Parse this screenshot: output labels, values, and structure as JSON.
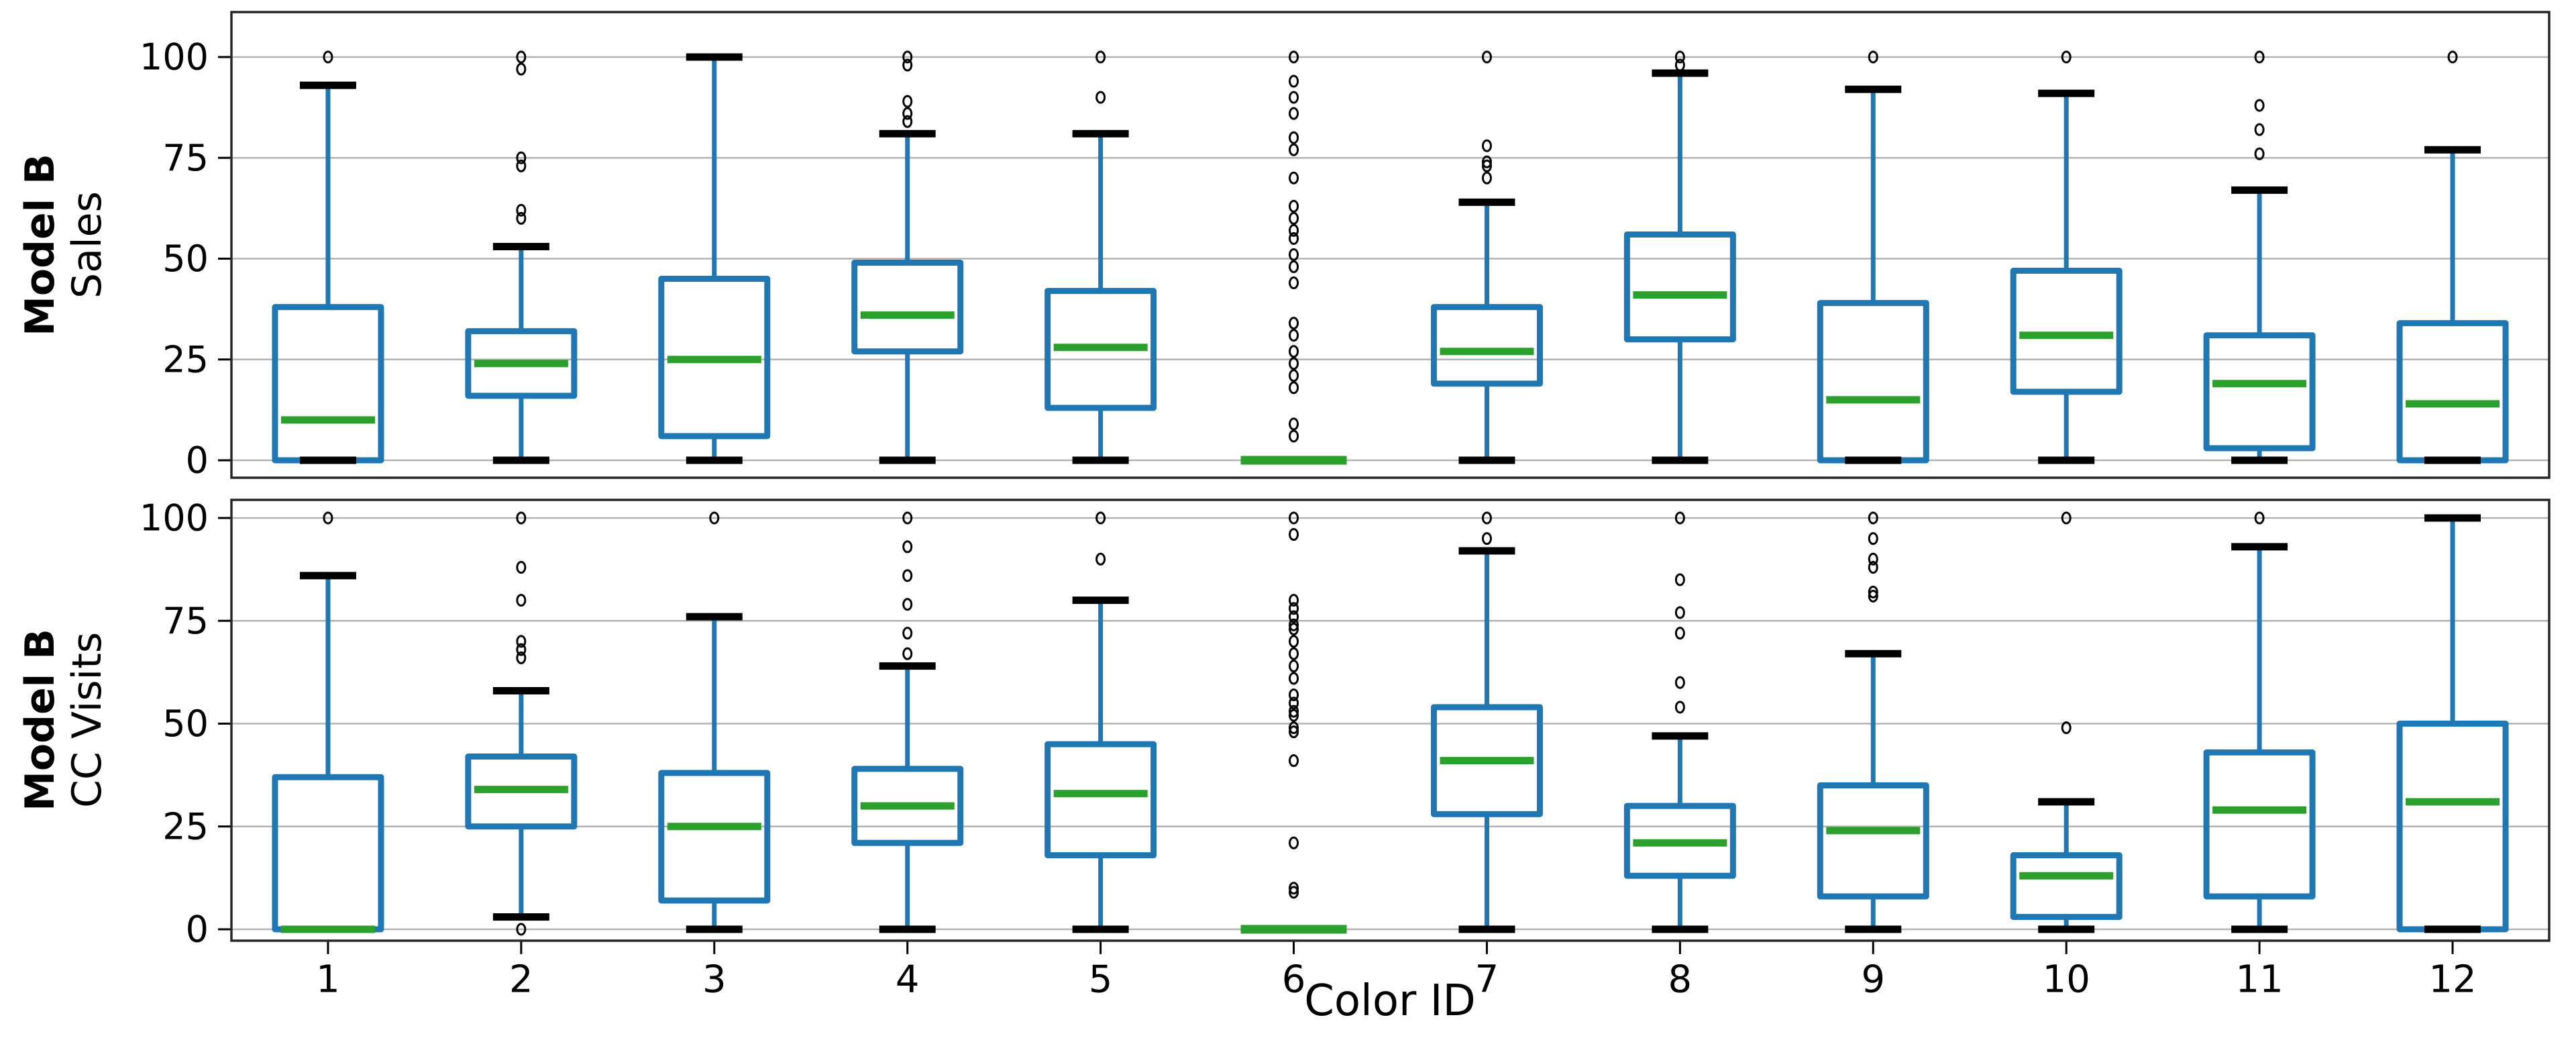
{
  "colors": {
    "box": "#1f77b4",
    "median": "#2ca02c",
    "whisker": "#1f77b4",
    "cap": "#000000",
    "flier": "#000000",
    "grid": "#b2b2b2",
    "spine": "#262626",
    "text": "#000000",
    "background": "#ffffff"
  },
  "chart_data": {
    "type": "boxplot",
    "title": "",
    "xlabel": "Color ID",
    "categories": [
      "1",
      "2",
      "3",
      "4",
      "5",
      "6",
      "7",
      "8",
      "9",
      "10",
      "11",
      "12"
    ],
    "yticks": [
      0,
      25,
      50,
      75,
      100
    ],
    "ylim": [
      -4,
      106
    ],
    "grid": true,
    "panels": [
      {
        "row_label": "Model B",
        "row_sublabel": "Sales",
        "boxes": [
          {
            "category": "1",
            "whislo": 0,
            "q1": 0,
            "med": 10,
            "q3": 38,
            "whishi": 93,
            "fliers": [
              100
            ]
          },
          {
            "category": "2",
            "whislo": 0,
            "q1": 16,
            "med": 24,
            "q3": 32,
            "whishi": 53,
            "fliers": [
              60,
              62,
              73,
              75,
              97,
              100
            ]
          },
          {
            "category": "3",
            "whislo": 0,
            "q1": 6,
            "med": 25,
            "q3": 45,
            "whishi": 100,
            "fliers": []
          },
          {
            "category": "4",
            "whislo": 0,
            "q1": 27,
            "med": 36,
            "q3": 49,
            "whishi": 81,
            "fliers": [
              84,
              86,
              89,
              98,
              100
            ]
          },
          {
            "category": "5",
            "whislo": 0,
            "q1": 13,
            "med": 28,
            "q3": 42,
            "whishi": 81,
            "fliers": [
              90,
              100
            ]
          },
          {
            "category": "6",
            "whislo": 0,
            "q1": 0,
            "med": 0,
            "q3": 0,
            "whishi": 0,
            "fliers": [
              6,
              9,
              18,
              21,
              24,
              27,
              31,
              34,
              44,
              48,
              51,
              55,
              57,
              60,
              63,
              70,
              77,
              80,
              86,
              90,
              94,
              100
            ]
          },
          {
            "category": "7",
            "whislo": 0,
            "q1": 19,
            "med": 27,
            "q3": 38,
            "whishi": 64,
            "fliers": [
              70,
              73,
              74,
              78,
              100
            ]
          },
          {
            "category": "8",
            "whislo": 0,
            "q1": 30,
            "med": 41,
            "q3": 56,
            "whishi": 96,
            "fliers": [
              98,
              100
            ]
          },
          {
            "category": "9",
            "whislo": 0,
            "q1": 0,
            "med": 15,
            "q3": 39,
            "whishi": 92,
            "fliers": [
              100
            ]
          },
          {
            "category": "10",
            "whislo": 0,
            "q1": 17,
            "med": 31,
            "q3": 47,
            "whishi": 91,
            "fliers": [
              100
            ]
          },
          {
            "category": "11",
            "whislo": 0,
            "q1": 3,
            "med": 19,
            "q3": 31,
            "whishi": 67,
            "fliers": [
              76,
              82,
              88,
              100
            ]
          },
          {
            "category": "12",
            "whislo": 0,
            "q1": 0,
            "med": 14,
            "q3": 34,
            "whishi": 77,
            "fliers": [
              100
            ]
          }
        ]
      },
      {
        "row_label": "Model B",
        "row_sublabel": "CC Visits",
        "boxes": [
          {
            "category": "1",
            "whislo": 0,
            "q1": 0,
            "med": 0,
            "q3": 37,
            "whishi": 86,
            "fliers": [
              100
            ]
          },
          {
            "category": "2",
            "whislo": 3,
            "q1": 25,
            "med": 34,
            "q3": 42,
            "whishi": 58,
            "fliers": [
              0,
              66,
              68,
              70,
              80,
              88,
              100
            ]
          },
          {
            "category": "3",
            "whislo": 0,
            "q1": 7,
            "med": 25,
            "q3": 38,
            "whishi": 76,
            "fliers": [
              100
            ]
          },
          {
            "category": "4",
            "whislo": 0,
            "q1": 21,
            "med": 30,
            "q3": 39,
            "whishi": 64,
            "fliers": [
              67,
              72,
              79,
              86,
              93,
              100
            ]
          },
          {
            "category": "5",
            "whislo": 0,
            "q1": 18,
            "med": 33,
            "q3": 45,
            "whishi": 80,
            "fliers": [
              90,
              100
            ]
          },
          {
            "category": "6",
            "whislo": 0,
            "q1": 0,
            "med": 0,
            "q3": 0,
            "whishi": 0,
            "fliers": [
              9,
              10,
              21,
              41,
              48,
              49,
              52,
              53,
              55,
              57,
              61,
              64,
              67,
              70,
              73,
              74,
              76,
              78,
              80,
              96,
              100
            ]
          },
          {
            "category": "7",
            "whislo": 0,
            "q1": 28,
            "med": 41,
            "q3": 54,
            "whishi": 92,
            "fliers": [
              95,
              100
            ]
          },
          {
            "category": "8",
            "whislo": 0,
            "q1": 13,
            "med": 21,
            "q3": 30,
            "whishi": 47,
            "fliers": [
              54,
              60,
              72,
              77,
              85,
              100
            ]
          },
          {
            "category": "9",
            "whislo": 0,
            "q1": 8,
            "med": 24,
            "q3": 35,
            "whishi": 67,
            "fliers": [
              81,
              82,
              88,
              90,
              95,
              100
            ]
          },
          {
            "category": "10",
            "whislo": 0,
            "q1": 3,
            "med": 13,
            "q3": 18,
            "whishi": 31,
            "fliers": [
              49,
              100
            ]
          },
          {
            "category": "11",
            "whislo": 0,
            "q1": 8,
            "med": 29,
            "q3": 43,
            "whishi": 93,
            "fliers": [
              100
            ]
          },
          {
            "category": "12",
            "whislo": 0,
            "q1": 0,
            "med": 31,
            "q3": 50,
            "whishi": 100,
            "fliers": []
          }
        ]
      }
    ]
  }
}
